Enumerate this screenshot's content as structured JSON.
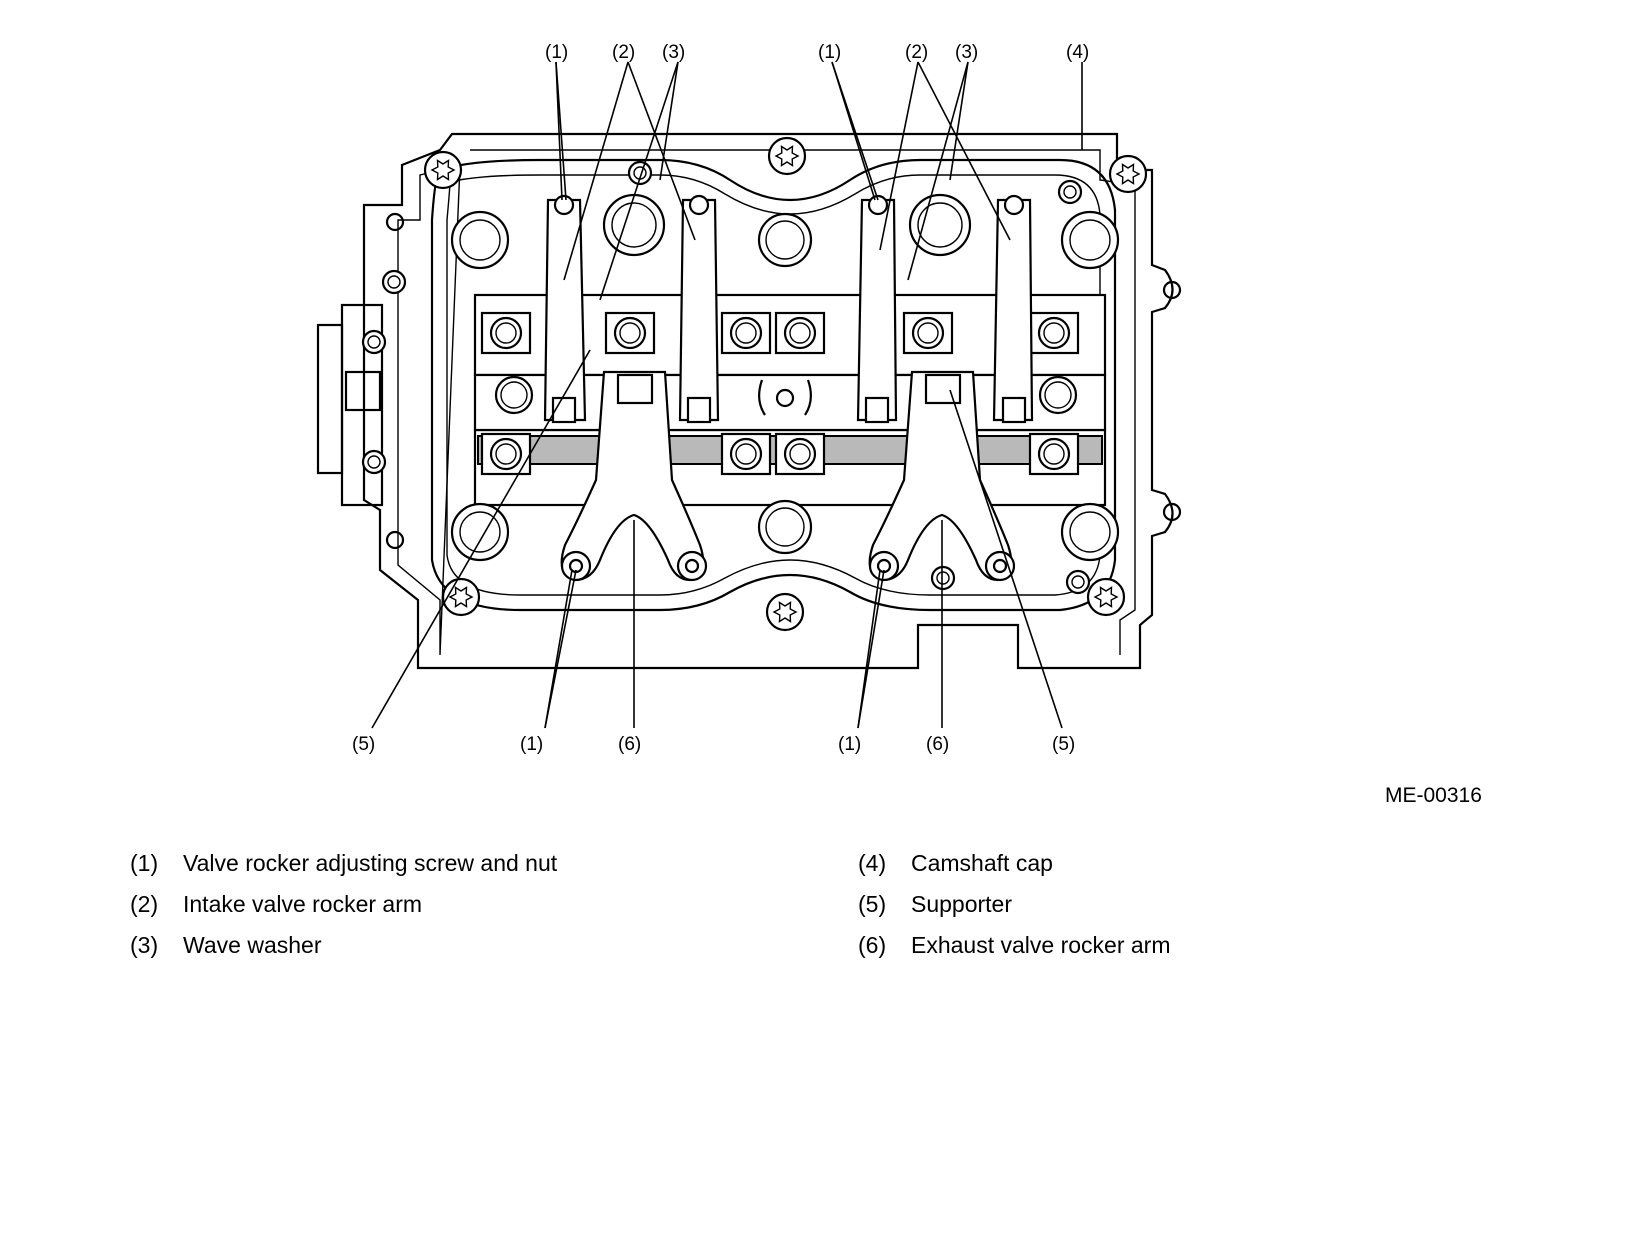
{
  "figure_id": "ME-00316",
  "callouts": {
    "top": [
      "(1)",
      "(2)",
      "(3)",
      "(1)",
      "(2)",
      "(3)",
      "(4)"
    ],
    "bottom": [
      "(5)",
      "(1)",
      "(6)",
      "(1)",
      "(6)",
      "(5)"
    ]
  },
  "legend": {
    "left": [
      {
        "num": "(1)",
        "text": "Valve rocker adjusting screw and nut"
      },
      {
        "num": "(2)",
        "text": "Intake valve rocker arm"
      },
      {
        "num": "(3)",
        "text": "Wave washer"
      }
    ],
    "right": [
      {
        "num": "(4)",
        "text": "Camshaft cap"
      },
      {
        "num": "(5)",
        "text": "Supporter"
      },
      {
        "num": "(6)",
        "text": "Exhaust valve rocker arm"
      }
    ]
  }
}
